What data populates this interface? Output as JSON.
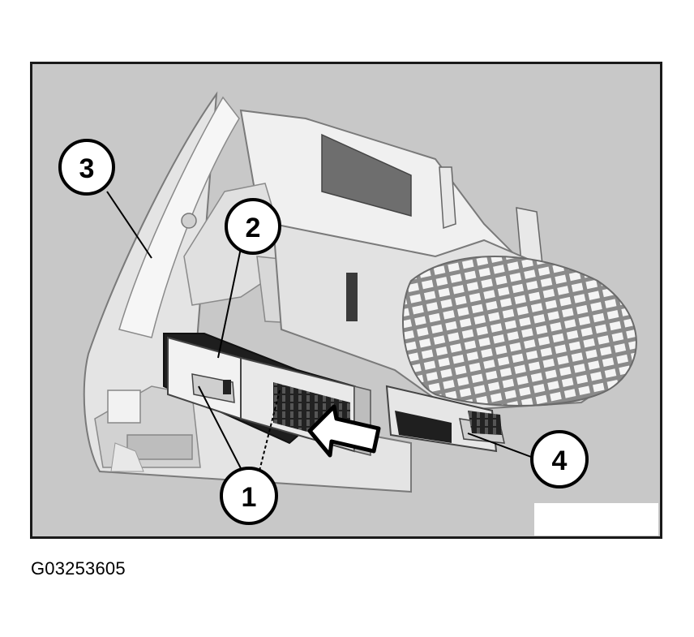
{
  "figure": {
    "caption": "G03253605",
    "colors": {
      "background": "#c8c8c8",
      "frame": "#1a1a1a",
      "part_light": "#ececec",
      "part_mid": "#b0b0b0",
      "part_dark": "#3a3a3a"
    },
    "callouts": [
      {
        "id": "callout-1",
        "label": "1"
      },
      {
        "id": "callout-2",
        "label": "2"
      },
      {
        "id": "callout-3",
        "label": "3"
      },
      {
        "id": "callout-4",
        "label": "4"
      }
    ],
    "arrow_icon": "push-arrow-icon"
  }
}
